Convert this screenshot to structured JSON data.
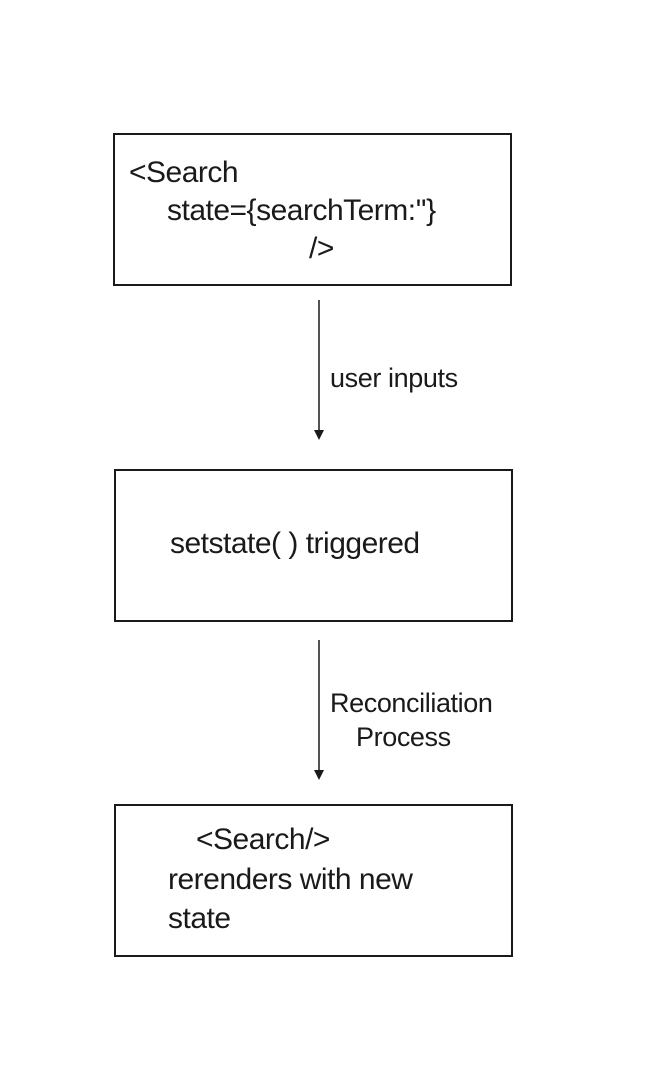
{
  "nodes": [
    {
      "lines": [
        "<Search",
        "state={searchTerm:''}",
        "/>"
      ]
    },
    {
      "lines": [
        "setstate( ) triggered"
      ]
    },
    {
      "lines": [
        "<Search/>",
        "rerenders with new",
        "state"
      ]
    }
  ],
  "edges": [
    {
      "label_lines": [
        "user inputs"
      ]
    },
    {
      "label_lines": [
        "Reconciliation",
        "Process"
      ]
    }
  ],
  "colors": {
    "stroke": "#1a1a1a",
    "background": "#ffffff"
  }
}
